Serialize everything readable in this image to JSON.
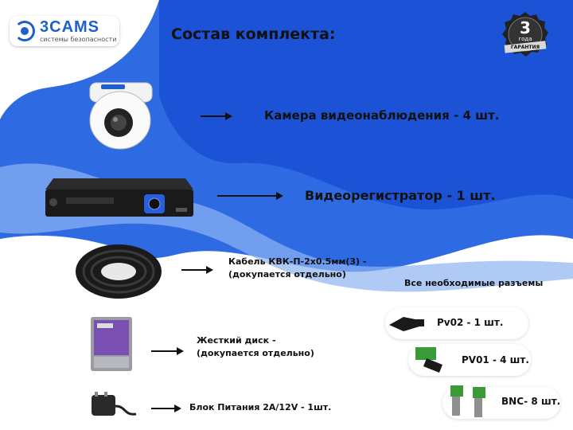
{
  "header": {
    "logo_name": "3CAMS",
    "logo_subtitle": "системы безопасности",
    "title": "Состав комплекта:"
  },
  "warranty_badge": {
    "number": "3",
    "word": "года",
    "ribbon": "ГАРАНТИЯ"
  },
  "kit_items": [
    {
      "label": "Камера видеонаблюдения - 4 шт."
    },
    {
      "label": "Видеорегистратор - 1 шт."
    },
    {
      "label": "Кабель КВК-П-2х0.5мм(3) -",
      "label2": "(докупается отдельно)"
    },
    {
      "label": "Жесткий диск -",
      "label2": "(докупается отдельно)"
    },
    {
      "label": "Блок Питания 2А/12V - 1шт."
    }
  ],
  "connectors": {
    "heading": "Все необходимые разъемы",
    "items": [
      {
        "label": "Pv02 - 1 шт."
      },
      {
        "label": "PV01 - 4 шт."
      },
      {
        "label": "BNC- 8 шт."
      }
    ]
  },
  "colors": {
    "wave_dark": "#1c52d6",
    "wave_mid": "#3f7bea",
    "wave_light": "#8fb3f2",
    "logo_blue": "#1f5fc8"
  }
}
